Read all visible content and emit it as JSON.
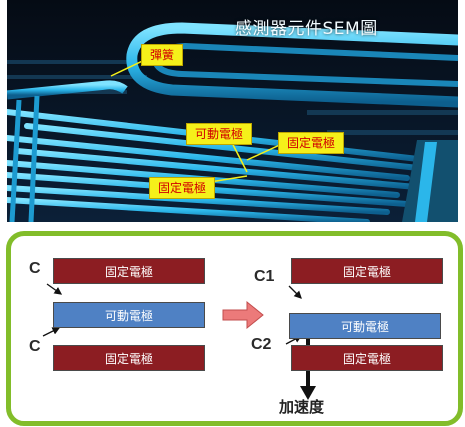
{
  "sem": {
    "title": "感測器元件SEM圖",
    "labels": {
      "spring": "彈簧",
      "movable": "可動電極",
      "fixed_right": "固定電極",
      "fixed_left": "固定電極"
    }
  },
  "diagram": {
    "left": {
      "top_plate": "固定電極",
      "middle_plate": "可動電極",
      "bottom_plate": "固定電極",
      "c_top": "C",
      "c_bottom": "C"
    },
    "right": {
      "top_plate": "固定電極",
      "middle_plate": "可動電極",
      "bottom_plate": "固定電極",
      "c1": "C1",
      "c2": "C2"
    },
    "acceleration": "加速度"
  },
  "colors": {
    "fixed_electrode": "#8c1d22",
    "movable_electrode": "#4f81c4",
    "panel_border": "#82bd2a",
    "arrow": "#e06464"
  }
}
